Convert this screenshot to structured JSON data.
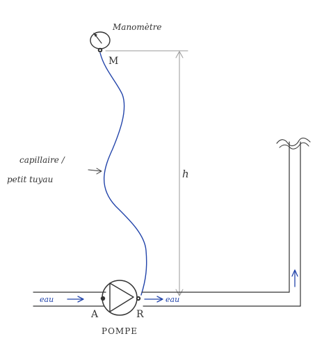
{
  "labels": {
    "manometer": "Manomètre",
    "point_m": "M",
    "capillary_line1": "capillaire /",
    "capillary_line2": "petit tuyau",
    "height": "h",
    "water_in": "eau",
    "water_out": "eau",
    "point_a": "A",
    "point_r": "R",
    "pump": "POMPE"
  },
  "colors": {
    "pencil": "#333333",
    "guide": "#9a9a9a",
    "ink_blue": "#2244aa",
    "background": "#ffffff"
  }
}
